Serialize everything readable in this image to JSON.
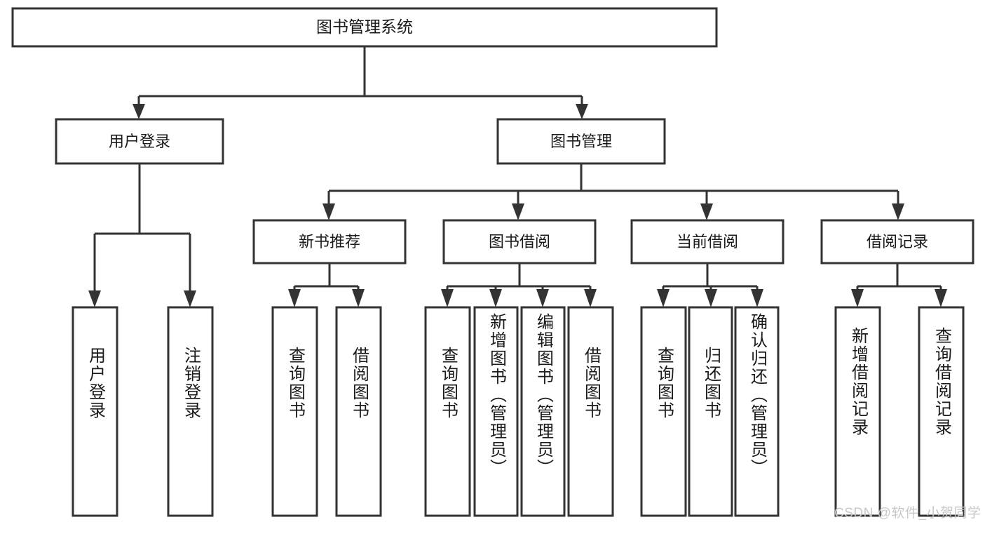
{
  "diagram": {
    "type": "tree",
    "title": "图书管理系统",
    "orientation": "top-down",
    "root": {
      "label": "图书管理系统"
    },
    "level2": [
      {
        "label": "用户登录"
      },
      {
        "label": "图书管理"
      }
    ],
    "level3": [
      {
        "label": "新书推荐",
        "parent": "图书管理"
      },
      {
        "label": "图书借阅",
        "parent": "图书管理"
      },
      {
        "label": "当前借阅",
        "parent": "图书管理"
      },
      {
        "label": "借阅记录",
        "parent": "图书管理"
      }
    ],
    "leaves": {
      "user_login": [
        {
          "label": "用户登录"
        },
        {
          "label": "注销登录"
        }
      ],
      "new_book_recommend": [
        {
          "label": "查询图书"
        },
        {
          "label": "借阅图书"
        }
      ],
      "book_borrow": [
        {
          "label": "查询图书"
        },
        {
          "label": "新增图书（管理员）"
        },
        {
          "label": "编辑图书（管理员）"
        },
        {
          "label": "借阅图书"
        }
      ],
      "current_borrow": [
        {
          "label": "查询图书"
        },
        {
          "label": "归还图书"
        },
        {
          "label": "确认归还（管理员）"
        }
      ],
      "borrow_record": [
        {
          "label": "新增借阅记录"
        },
        {
          "label": "查询借阅记录"
        }
      ]
    }
  },
  "watermark": {
    "text": "CSDN @软件_小贺同学"
  },
  "colors": {
    "box_stroke": "#333333",
    "box_fill": "#ffffff",
    "text": "#1a1a1a",
    "watermark": "#c8c8c8",
    "background": "#ffffff"
  }
}
